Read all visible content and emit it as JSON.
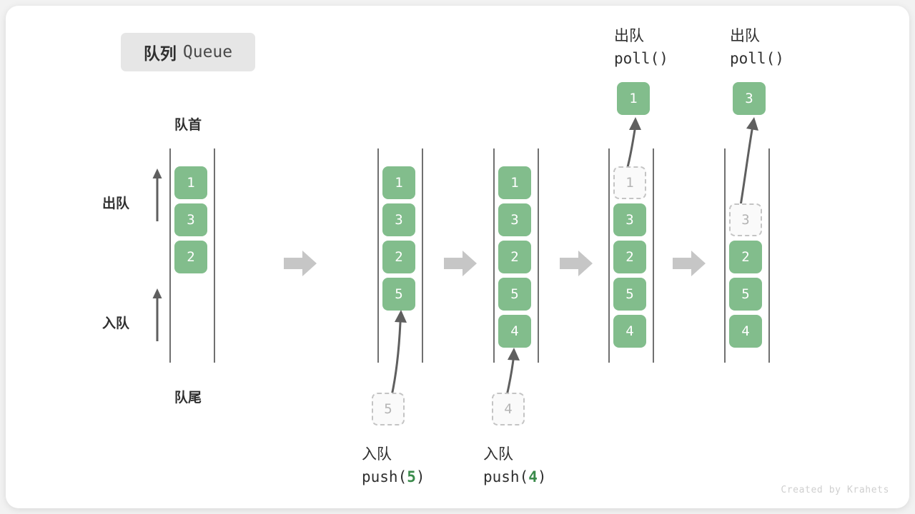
{
  "title": {
    "cn": "队列",
    "en": "Queue"
  },
  "credit": "Created by Krahets",
  "axis_labels": {
    "head": "队首",
    "tail": "队尾",
    "dequeue": "出队",
    "enqueue": "入队"
  },
  "colors": {
    "cell_fill": "#82bd8c",
    "cell_text": "#ffffff",
    "ghost_border": "#c4c4c4",
    "ghost_text": "#b4b4b4",
    "rail": "#707070",
    "step_arrow": "#c6c6c6",
    "motion_arrow": "#5f5f5f",
    "badge_bg": "#e6e6e6",
    "arg_green": "#3a8a4a",
    "card_bg": "#ffffff",
    "page_bg": "#f2f2f2"
  },
  "columns": [
    {
      "id": "initial",
      "cells": [
        "1",
        "3",
        "2"
      ],
      "ghost_slots": [],
      "op_cn": "",
      "op_code": "",
      "op_arg": "",
      "incoming": "",
      "popped": ""
    },
    {
      "id": "push-5",
      "cells": [
        "1",
        "3",
        "2",
        "5"
      ],
      "ghost_slots": [],
      "op_cn": "入队",
      "op_code_prefix": "push(",
      "op_arg": "5",
      "op_code_suffix": ")",
      "incoming": "5",
      "popped": ""
    },
    {
      "id": "push-4",
      "cells": [
        "1",
        "3",
        "2",
        "5",
        "4"
      ],
      "ghost_slots": [],
      "op_cn": "入队",
      "op_code_prefix": "push(",
      "op_arg": "4",
      "op_code_suffix": ")",
      "incoming": "4",
      "popped": ""
    },
    {
      "id": "poll-1",
      "cells": [
        "3",
        "2",
        "5",
        "4"
      ],
      "ghost_slot_index": 0,
      "ghost_value": "1",
      "op_cn": "出队",
      "op_code_prefix": "poll(",
      "op_arg": "",
      "op_code_suffix": ")",
      "incoming": "",
      "popped": "1"
    },
    {
      "id": "poll-3",
      "cells": [
        "2",
        "5",
        "4"
      ],
      "ghost_slot_index": 1,
      "ghost_value": "3",
      "op_cn": "出队",
      "op_code_prefix": "poll(",
      "op_arg": "",
      "op_code_suffix": ")",
      "incoming": "",
      "popped": "3"
    }
  ],
  "step_arrows": [
    {
      "from": "initial",
      "to": "push-5"
    },
    {
      "from": "push-5",
      "to": "push-4"
    },
    {
      "from": "push-4",
      "to": "poll-1"
    },
    {
      "from": "poll-1",
      "to": "poll-3"
    }
  ]
}
